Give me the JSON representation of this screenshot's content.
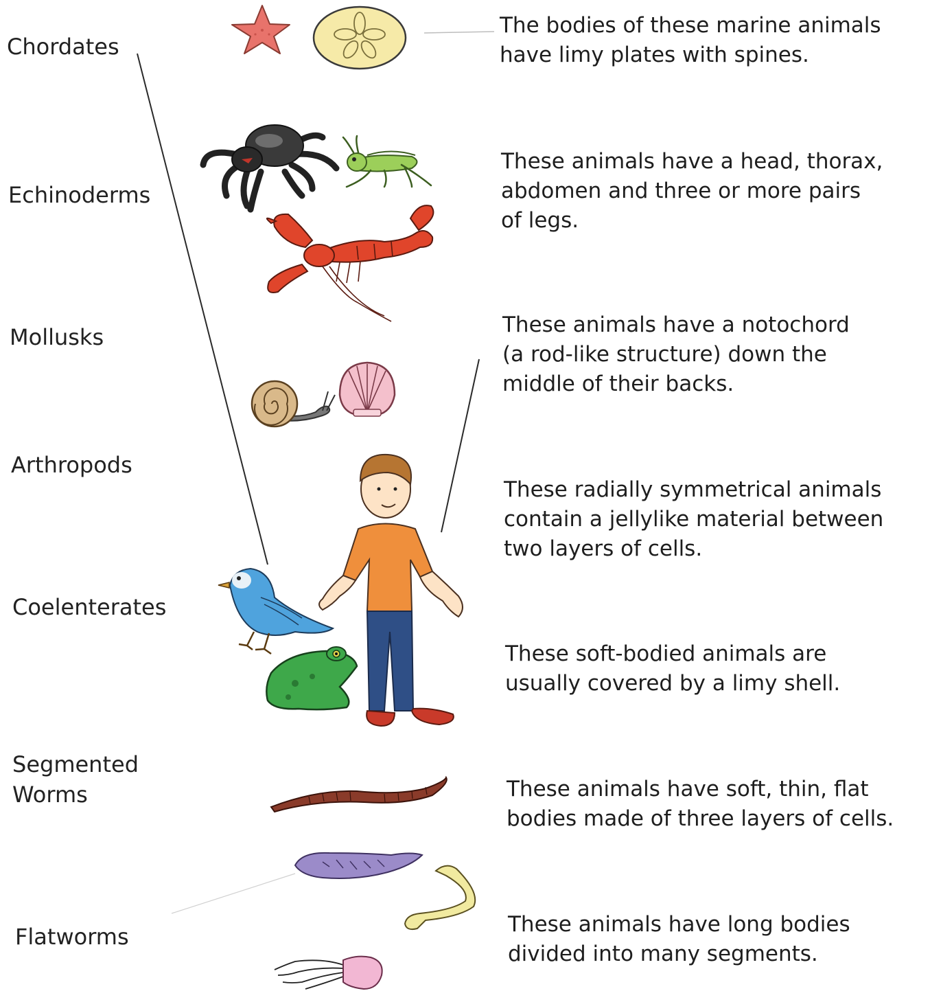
{
  "phyla": [
    {
      "label": "Chordates"
    },
    {
      "label": "Echinoderms"
    },
    {
      "label": "Mollusks"
    },
    {
      "label": "Arthropods"
    },
    {
      "label": "Coelenterates"
    },
    {
      "label": "Segmented",
      "label2": "Worms"
    },
    {
      "label": "Flatworms"
    }
  ],
  "descriptions": [
    {
      "lines": [
        "The bodies of these marine animals",
        "have limy plates with spines."
      ]
    },
    {
      "lines": [
        "These animals have a head, thorax,",
        "abdomen and three or more pairs",
        "of legs."
      ]
    },
    {
      "lines": [
        "These animals have a notochord",
        "(a rod-like structure) down the",
        "middle of their backs."
      ]
    },
    {
      "lines": [
        "These radially symmetrical animals",
        "contain a jellylike material between",
        "two layers of cells."
      ]
    },
    {
      "lines": [
        "These soft-bodied animals are",
        "usually covered by a limy shell."
      ]
    },
    {
      "lines": [
        "These animals have soft, thin, flat",
        "bodies made of three layers of cells."
      ]
    },
    {
      "lines": [
        "These animals have long bodies",
        "divided into many segments."
      ]
    }
  ],
  "illustrations": [
    "starfish-icon",
    "sand-dollar-icon",
    "spider-icon",
    "grasshopper-icon",
    "lobster-icon",
    "snail-icon",
    "seashell-icon",
    "boy-icon",
    "bird-icon",
    "frog-icon",
    "earthworm-icon",
    "flatworm-icon",
    "tapeworm-icon",
    "jellyfish-icon"
  ],
  "colors": {
    "starfish": "#e8736b",
    "sand_dollar": "#f6eaa8",
    "lobster": "#e0452b",
    "grasshopper": "#9ccf5a",
    "bird": "#4fa3dd",
    "frog": "#3ea84a",
    "shirt": "#ef8f3c",
    "jeans": "#2f4f86",
    "worm": "#8a3b2a",
    "flatworm": "#9b8bc9",
    "jellyfish": "#f2b7d3"
  }
}
